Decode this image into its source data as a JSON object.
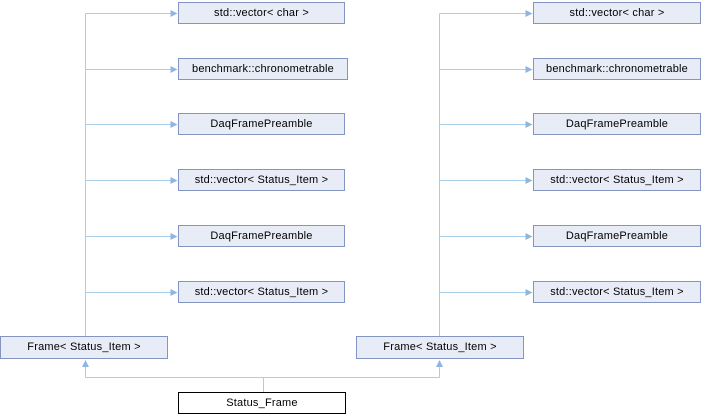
{
  "graph": {
    "main_node": "Status_Frame",
    "base_left": "Frame< Status_Item >",
    "base_right": "Frame< Status_Item >",
    "left_members": [
      "std::vector< char >",
      "benchmark::chronometrable",
      "DaqFramePreamble",
      "std::vector< Status_Item >",
      "DaqFramePreamble",
      "std::vector< Status_Item >"
    ],
    "right_members": [
      "std::vector< char >",
      "benchmark::chronometrable",
      "DaqFramePreamble",
      "std::vector< Status_Item >",
      "DaqFramePreamble",
      "std::vector< Status_Item >"
    ],
    "edges": [
      {
        "from": "base_left",
        "to": "left_members.0",
        "type": "usage"
      },
      {
        "from": "base_left",
        "to": "left_members.1",
        "type": "usage"
      },
      {
        "from": "base_left",
        "to": "left_members.2",
        "type": "usage"
      },
      {
        "from": "base_left",
        "to": "left_members.3",
        "type": "usage"
      },
      {
        "from": "base_left",
        "to": "left_members.4",
        "type": "usage"
      },
      {
        "from": "base_left",
        "to": "left_members.5",
        "type": "usage"
      },
      {
        "from": "base_right",
        "to": "right_members.0",
        "type": "usage"
      },
      {
        "from": "base_right",
        "to": "right_members.1",
        "type": "usage"
      },
      {
        "from": "base_right",
        "to": "right_members.2",
        "type": "usage"
      },
      {
        "from": "base_right",
        "to": "right_members.3",
        "type": "usage"
      },
      {
        "from": "base_right",
        "to": "right_members.4",
        "type": "usage"
      },
      {
        "from": "main_node",
        "to": "base_left",
        "type": "inheritance"
      },
      {
        "from": "main_node",
        "to": "base_right",
        "type": "inheritance"
      }
    ]
  },
  "colors": {
    "node_fill": "#e8ecf6",
    "node_border": "#8595c2",
    "main_node_fill": "#ffffff",
    "main_node_border": "#000000",
    "edge_line": "#a8cee9",
    "edge_arrow": "#8fb6de",
    "background": "#ffffff"
  }
}
